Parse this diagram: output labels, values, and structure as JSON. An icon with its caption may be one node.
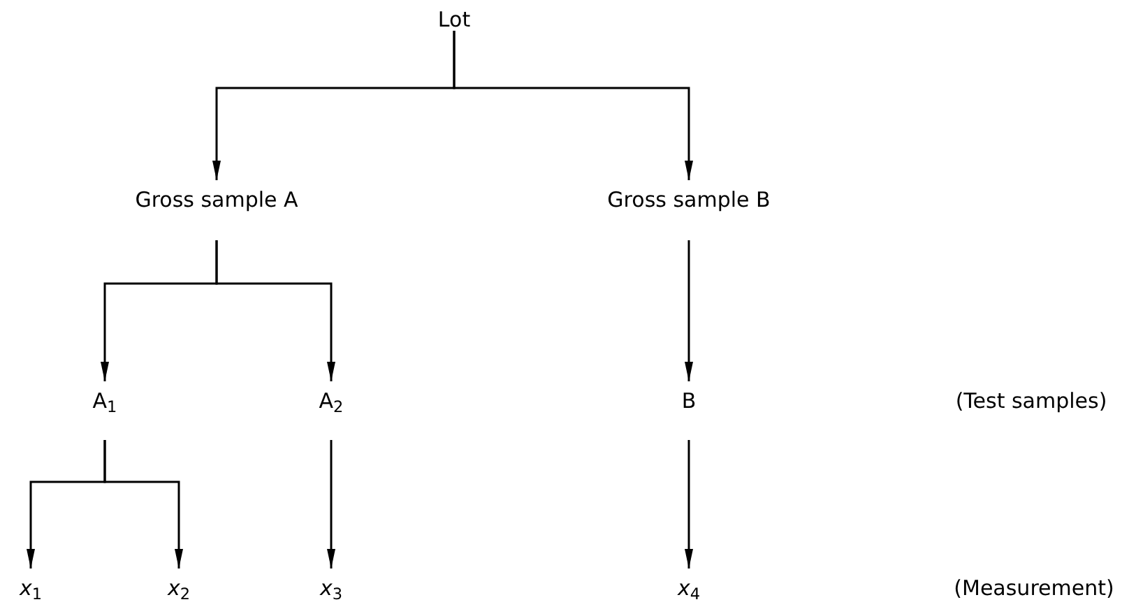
{
  "diagram": {
    "nodes": [
      {
        "text": [
          "Lot"
        ]
      },
      {
        "text": [
          "Gross sample A"
        ]
      },
      {
        "text": [
          "Gross sample B"
        ]
      },
      {
        "text": [
          "A$_{1}$"
        ]
      },
      {
        "text": [
          "A$_{2}$"
        ]
      },
      {
        "text": [
          "B"
        ]
      },
      {
        "text": [
          "*x*$_{1}$"
        ]
      },
      {
        "text": [
          "*x*$_{2}$"
        ]
      },
      {
        "text": [
          "*x*$_{3}$"
        ]
      },
      {
        "text": [
          "*x*$_{4}$"
        ]
      }
    ],
    "edges": [
      {
        "from": 0,
        "to": 1,
        "arrow": "to"
      },
      {
        "from": 0,
        "to": 2,
        "arrow": "to"
      },
      {
        "from": 1,
        "to": 3,
        "arrow": "to"
      },
      {
        "from": 1,
        "to": 4,
        "arrow": "to"
      },
      {
        "from": 2,
        "to": 5,
        "arrow": "to"
      },
      {
        "from": 3,
        "to": 6,
        "arrow": "to"
      },
      {
        "from": 3,
        "to": 7,
        "arrow": "to"
      },
      {
        "from": 4,
        "to": 8,
        "arrow": "to"
      },
      {
        "from": 5,
        "to": 9,
        "arrow": "to"
      }
    ],
    "labels": [
      "(Test samples)",
      "(Measurement)"
    ]
  }
}
